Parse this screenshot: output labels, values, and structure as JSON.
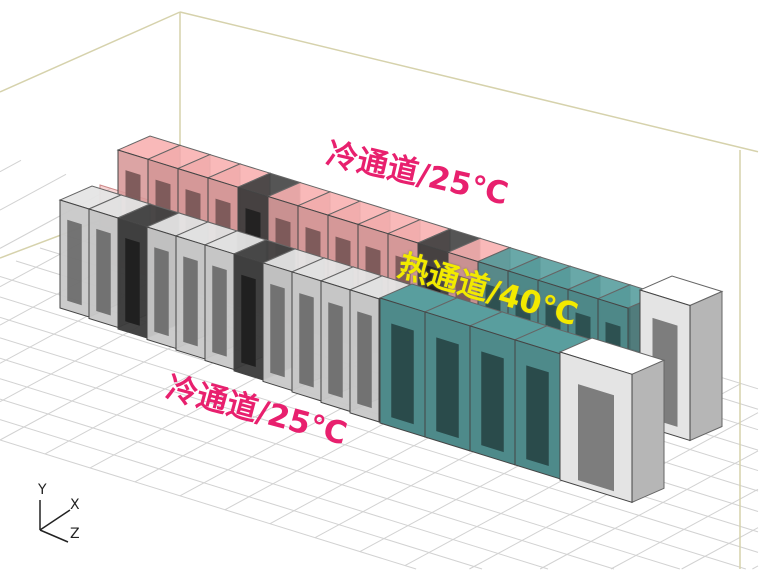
{
  "labels": {
    "cold_aisle_back": "冷通道/25℃",
    "hot_aisle": "热通道/40℃",
    "cold_aisle_front": "冷通道/25℃"
  },
  "axes": {
    "y": "Y",
    "x": "X",
    "z": "Z"
  },
  "colors": {
    "cold_label": "#e8206e",
    "hot_label": "#f2ea00",
    "rack_gray": "#c8c8c8",
    "rack_teal": "#4e8a8a",
    "rack_pink": "#d89a9a",
    "rack_dark": "#3a3a3a",
    "endcap": "#e4e4e4",
    "box_line": "#d6d2ac",
    "grid_line": "#d2d2d2"
  }
}
